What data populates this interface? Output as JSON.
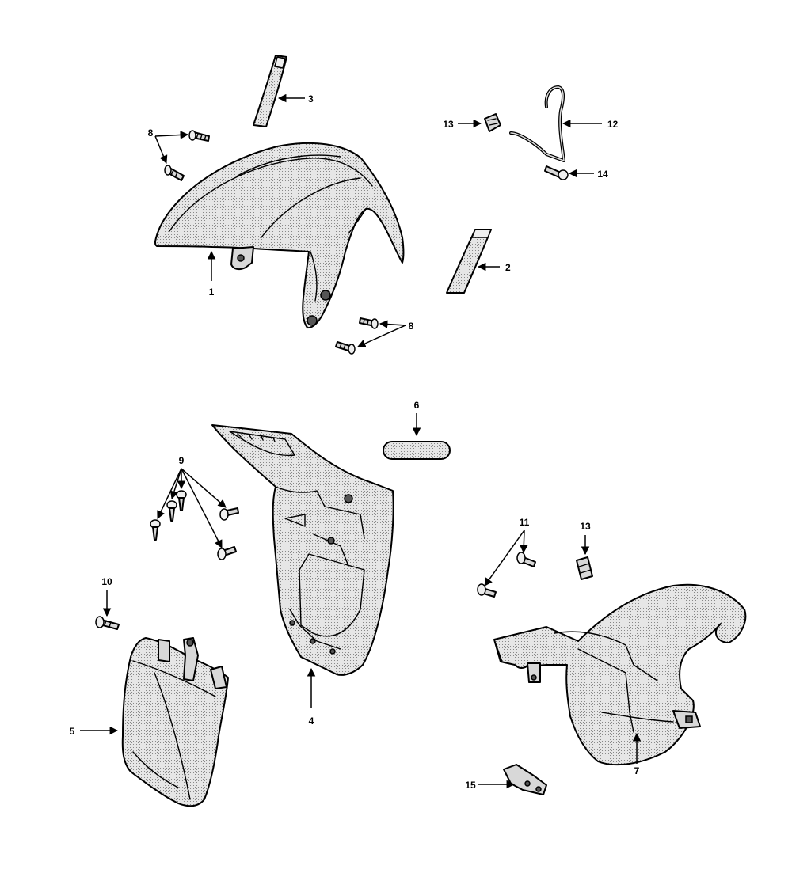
{
  "callouts": {
    "c1": "1",
    "c2": "2",
    "c3": "3",
    "c4": "4",
    "c5": "5",
    "c6": "6",
    "c7": "7",
    "c8a": "8",
    "c8b": "8",
    "c9": "9",
    "c10": "10",
    "c11": "11",
    "c12": "12",
    "c13a": "13",
    "c13b": "13",
    "c14": "14",
    "c15": "15"
  }
}
